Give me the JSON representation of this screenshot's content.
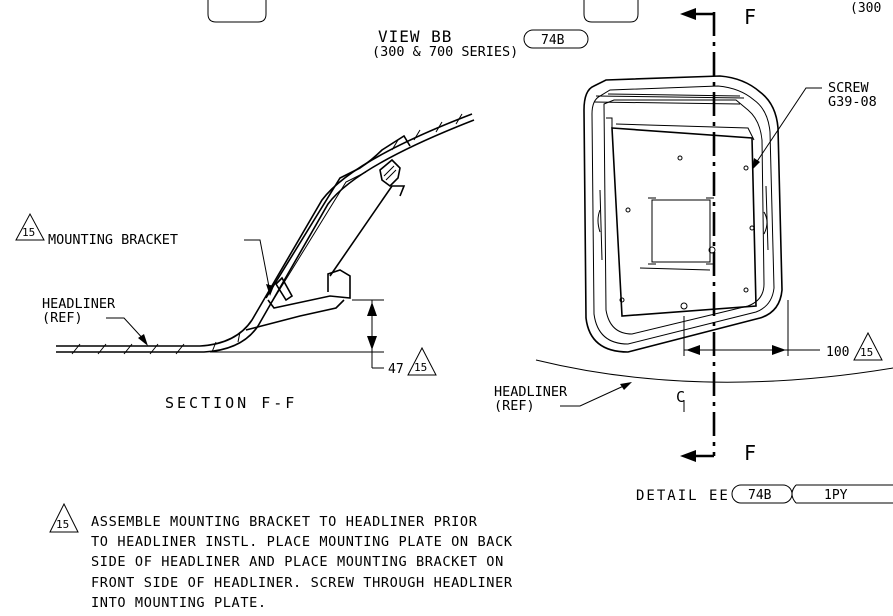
{
  "view_bb": {
    "title": "VIEW BB",
    "subtitle": "(300 & 700 SERIES)",
    "ref": "74B"
  },
  "top_right_fragment": "(300",
  "section_ff": {
    "mounting_bracket_rev": "15",
    "mounting_bracket_label": "MOUNTING BRACKET",
    "headliner_label_1": "HEADLINER",
    "headliner_label_2": "(REF)",
    "dim_value": "47",
    "dim_rev": "15",
    "caption": "SECTION F-F"
  },
  "detail_ee": {
    "section_letter_top": "F",
    "section_letter_bottom": "F",
    "screw_label_1": "SCREW",
    "screw_label_2": "G39-08",
    "dim_value": "100",
    "dim_rev": "15",
    "headliner_label_1": "HEADLINER",
    "headliner_label_2": "(REF)",
    "centerline": "C",
    "caption": "DETAIL EE",
    "ref_1": "74B",
    "ref_2": "1PY"
  },
  "note": {
    "rev": "15",
    "lines": [
      "ASSEMBLE MOUNTING BRACKET TO HEADLINER PRIOR",
      "TO HEADLINER INSTL. PLACE MOUNTING PLATE ON BACK",
      "SIDE OF HEADLINER AND PLACE MOUNTING BRACKET ON",
      "FRONT SIDE OF HEADLINER. SCREW THROUGH HEADLINER",
      "INTO MOUNTING PLATE."
    ]
  }
}
